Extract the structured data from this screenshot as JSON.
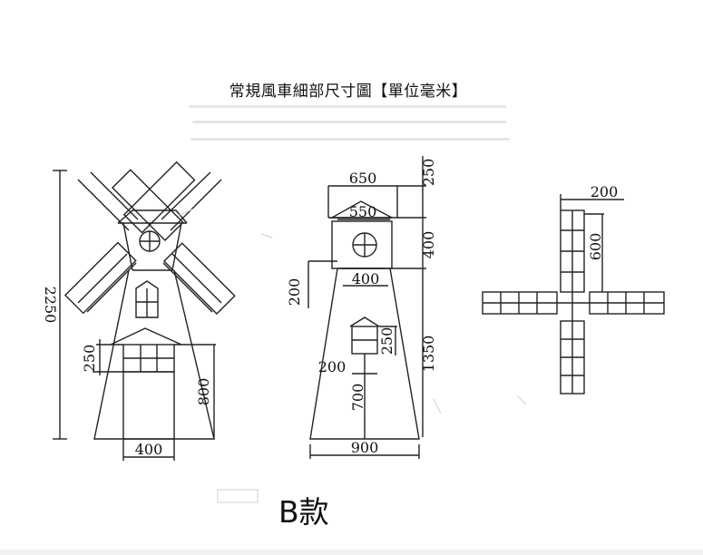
{
  "diagram": {
    "title": "常規風車細部尺寸圖【單位毫米】",
    "model_label": "B款",
    "dimensions_front": {
      "total_height": "2250",
      "door_top": "250",
      "door_height": "800",
      "door_width": "400"
    },
    "dimensions_side": {
      "cap_top_width": "650",
      "cap_bottom_width": "550",
      "cap_height": "250",
      "head_bottom_width": "400",
      "head_height": "400",
      "head_offset": "200",
      "body_height": "1350",
      "window_width": "200",
      "window_height": "250",
      "window_sill": "700",
      "base_width": "900"
    },
    "dimensions_blades": {
      "blade_width": "200",
      "blade_length": "600"
    }
  }
}
